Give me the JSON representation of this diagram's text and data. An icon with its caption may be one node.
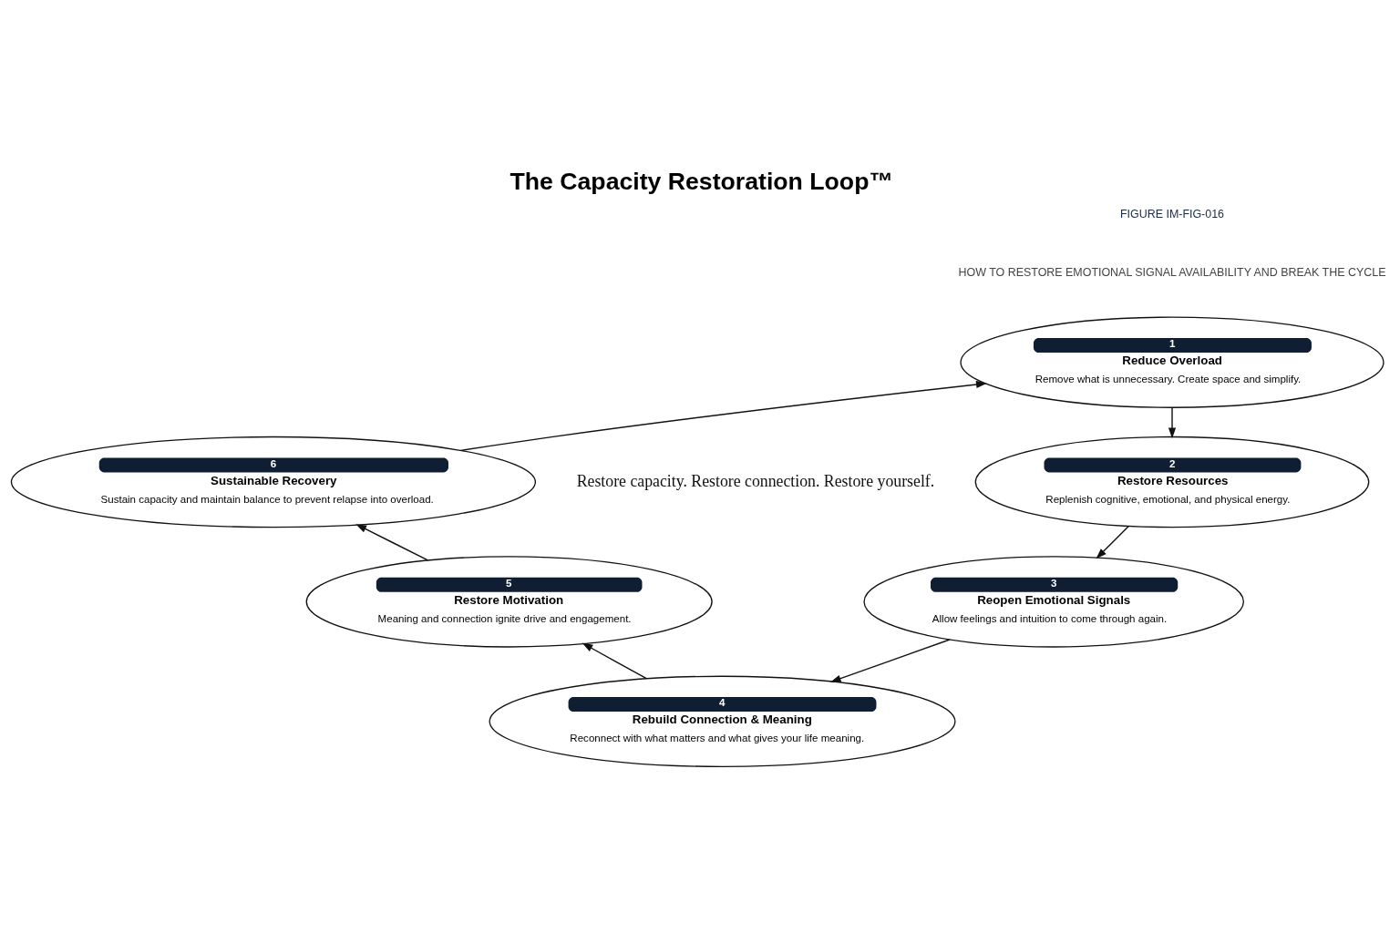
{
  "diagram": {
    "title": "The Capacity Restoration Loop™",
    "nodes": [
      {
        "text": [
          "1",
          "Reduce Overload",
          "Remove what is unnecessary. Create space and simplify."
        ]
      },
      {
        "text": [
          "2",
          "Restore Resources",
          "Replenish cognitive, emotional, and physical energy."
        ]
      },
      {
        "text": [
          "3",
          "Reopen Emotional Signals",
          "Allow feelings and intuition to come through again."
        ]
      },
      {
        "text": [
          "4",
          "Rebuild Connection & Meaning",
          "Reconnect with what matters and what gives your life meaning."
        ]
      },
      {
        "text": [
          "5",
          "Restore Motivation",
          "Meaning and connection ignite drive and engagement."
        ]
      },
      {
        "text": [
          "6",
          "Sustainable Recovery",
          "Sustain capacity and maintain balance to prevent relapse into overload."
        ]
      }
    ],
    "edges": [
      {
        "from": 0,
        "to": 1,
        "arrow": "to"
      },
      {
        "from": 1,
        "to": 2,
        "arrow": "to"
      },
      {
        "from": 2,
        "to": 3,
        "arrow": "to"
      },
      {
        "from": 3,
        "to": 4,
        "arrow": "to"
      },
      {
        "from": 4,
        "to": 5,
        "arrow": "to"
      },
      {
        "from": 5,
        "to": 0,
        "arrow": "to"
      }
    ],
    "labels": [
      "FIGURE IM-FIG-016",
      "HOW TO RESTORE EMOTIONAL SIGNAL AVAILABILITY AND BREAK THE CYCLE",
      "Restore capacity. Restore connection. Restore yourself."
    ]
  }
}
